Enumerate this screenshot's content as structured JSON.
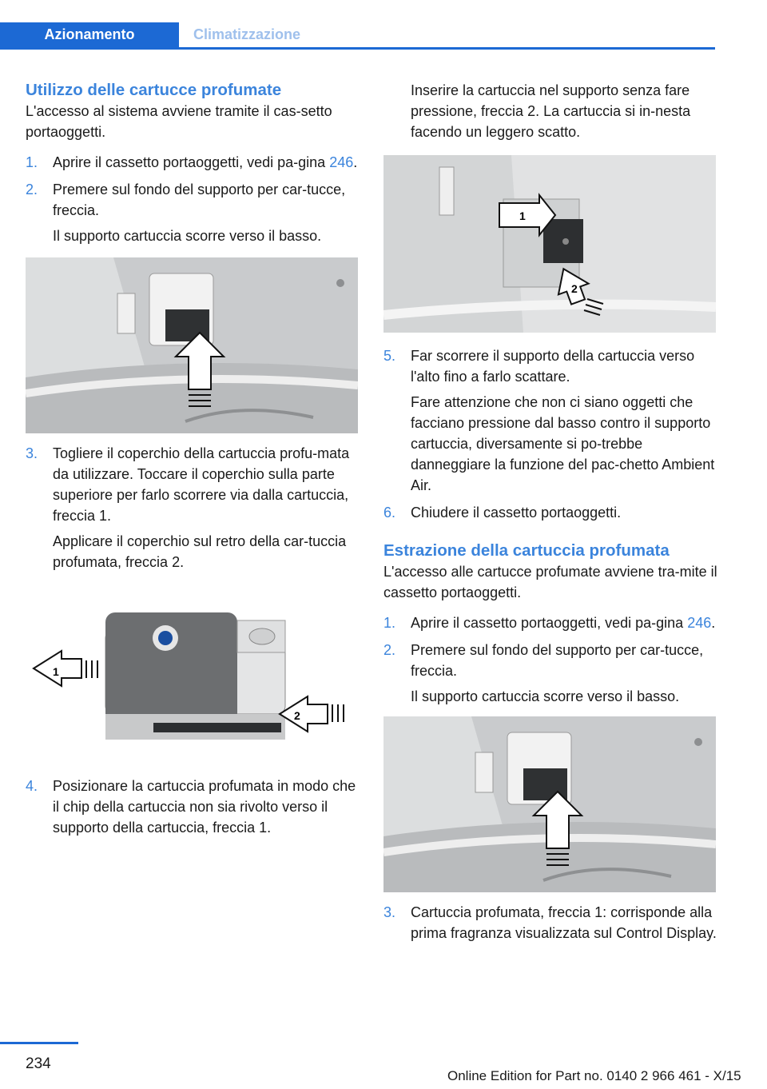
{
  "header": {
    "tab_active": "Azionamento",
    "tab_inactive": "Climatizzazione",
    "accent_color": "#1c69d4"
  },
  "left": {
    "heading": "Utilizzo delle cartucce profumate",
    "intro": "L'accesso al sistema avviene tramite il cas-setto portaoggetti.",
    "step1": {
      "num": "1.",
      "text": "Aprire il cassetto portaoggetti, vedi pa-gina ",
      "link": "246",
      "after": "."
    },
    "step2": {
      "num": "2.",
      "text": "Premere sul fondo del supporto per car-tucce, freccia.",
      "note": "Il supporto cartuccia scorre verso il basso."
    },
    "step3": {
      "num": "3.",
      "text": "Togliere il coperchio della cartuccia profu-mata da utilizzare. Toccare il coperchio sulla parte superiore per farlo scorrere via dalla cartuccia, freccia 1.",
      "note": "Applicare il coperchio sul retro della car-tuccia profumata, freccia 2."
    },
    "step4": {
      "num": "4.",
      "text": "Posizionare la cartuccia profumata in modo che il chip della cartuccia non sia rivolto verso il supporto della cartuccia, freccia 1."
    },
    "fig_labels": {
      "arrow1": "1",
      "arrow2": "2"
    }
  },
  "right": {
    "intro": "Inserire la cartuccia nel supporto senza fare pressione, freccia 2. La cartuccia si in-nesta facendo un leggero scatto.",
    "fig_labels": {
      "arrow1": "1",
      "arrow2": "2"
    },
    "step5": {
      "num": "5.",
      "text": "Far scorrere il supporto della cartuccia verso l'alto fino a farlo scattare.",
      "note": "Fare attenzione che non ci siano oggetti che facciano pressione dal basso contro il supporto cartuccia, diversamente si po-trebbe danneggiare la funzione del pac-chetto Ambient Air."
    },
    "step6": {
      "num": "6.",
      "text": "Chiudere il cassetto portaoggetti."
    },
    "heading2": "Estrazione della cartuccia profumata",
    "intro2": "L'accesso alle cartucce profumate avviene tra-mite il cassetto portaoggetti.",
    "r1": {
      "num": "1.",
      "text": "Aprire il cassetto portaoggetti, vedi pa-gina ",
      "link": "246",
      "after": "."
    },
    "r2": {
      "num": "2.",
      "text": "Premere sul fondo del supporto per car-tucce, freccia.",
      "note": "Il supporto cartuccia scorre verso il basso."
    },
    "r3": {
      "num": "3.",
      "text": "Cartuccia profumata, freccia 1: corrisponde alla prima fragranza visualizzata sul Control Display."
    }
  },
  "footer": {
    "page_number": "234",
    "edition": "Online Edition for Part no. 0140 2 966 461 - X/15"
  }
}
